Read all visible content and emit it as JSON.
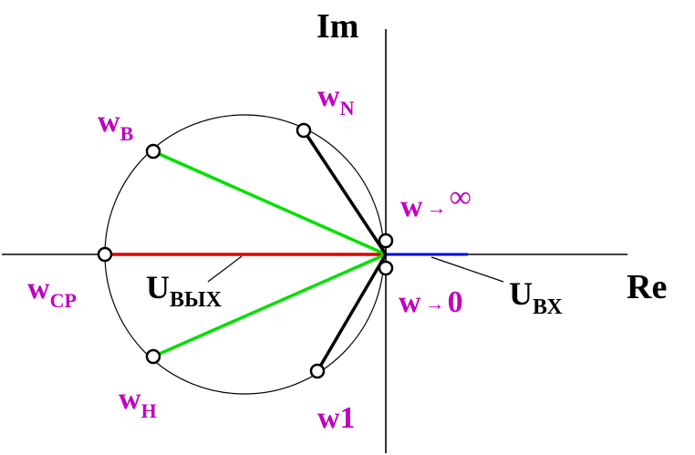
{
  "axes": {
    "real_label": "Re",
    "imag_label": "Im"
  },
  "labels": {
    "w_n": {
      "main": "w",
      "sub": "N"
    },
    "w_b": {
      "main": "w",
      "sub": "B"
    },
    "w_cp": {
      "main": "w",
      "sub": "CP"
    },
    "w_h": {
      "main": "w",
      "sub": "H"
    },
    "w_1": {
      "main": "w1"
    },
    "w_inf": {
      "main": "w",
      "arrow": "→",
      "target": "∞"
    },
    "w_zero": {
      "main": "w",
      "arrow": "→",
      "target": "0"
    },
    "u_out": {
      "main": "U",
      "sub": "ВЫХ"
    },
    "u_in": {
      "main": "U",
      "sub": "ВХ"
    }
  },
  "colors": {
    "label": "#c000c0",
    "axis": "#000000",
    "circle": "#000000",
    "green_vector": "#00e000",
    "red_vector": "#e00000",
    "blue_vector": "#0000e0",
    "black_vector": "#000000"
  }
}
